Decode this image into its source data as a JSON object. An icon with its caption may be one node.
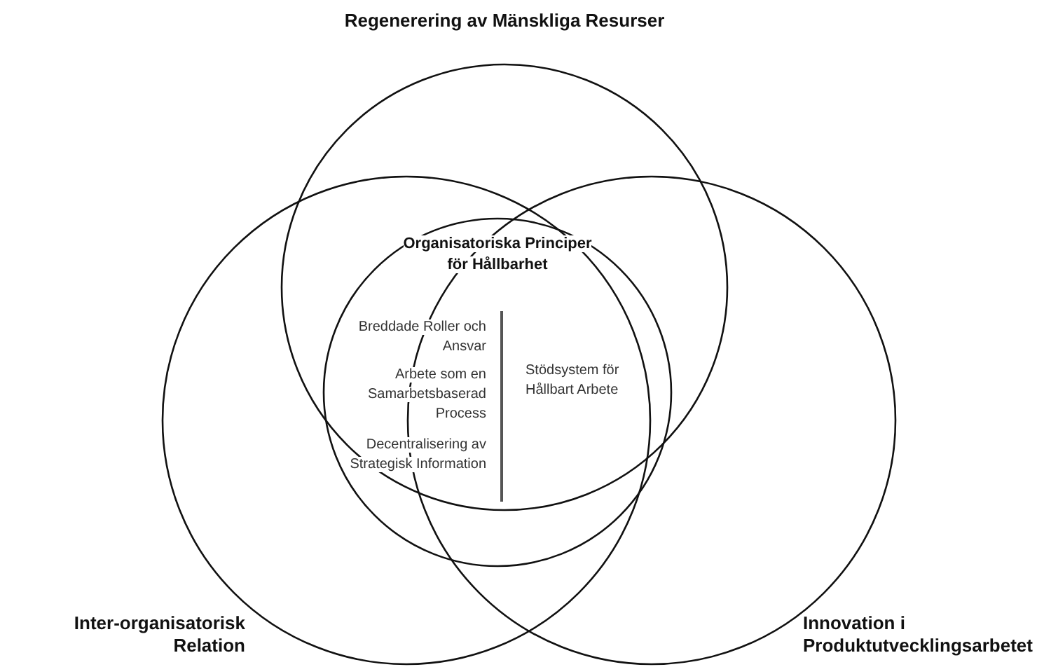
{
  "diagram": {
    "nodes": [
      {
        "text": [
          "Regenerering av Mänskliga Resurser"
        ]
      },
      {
        "text": [
          "Inter-organisatorisk Relation"
        ]
      },
      {
        "text": [
          "Innovation i Produktutvecklingsarbetet"
        ]
      },
      {
        "text": [
          "Organisatoriska Principer för Hållbarhet",
          "Breddade Roller och Ansvar",
          "Arbete som en Samarbetsbaserad Process",
          "Decentralisering av Strategisk Information",
          "Stödsystem för Hållbart Arbete"
        ]
      }
    ],
    "edges": []
  }
}
